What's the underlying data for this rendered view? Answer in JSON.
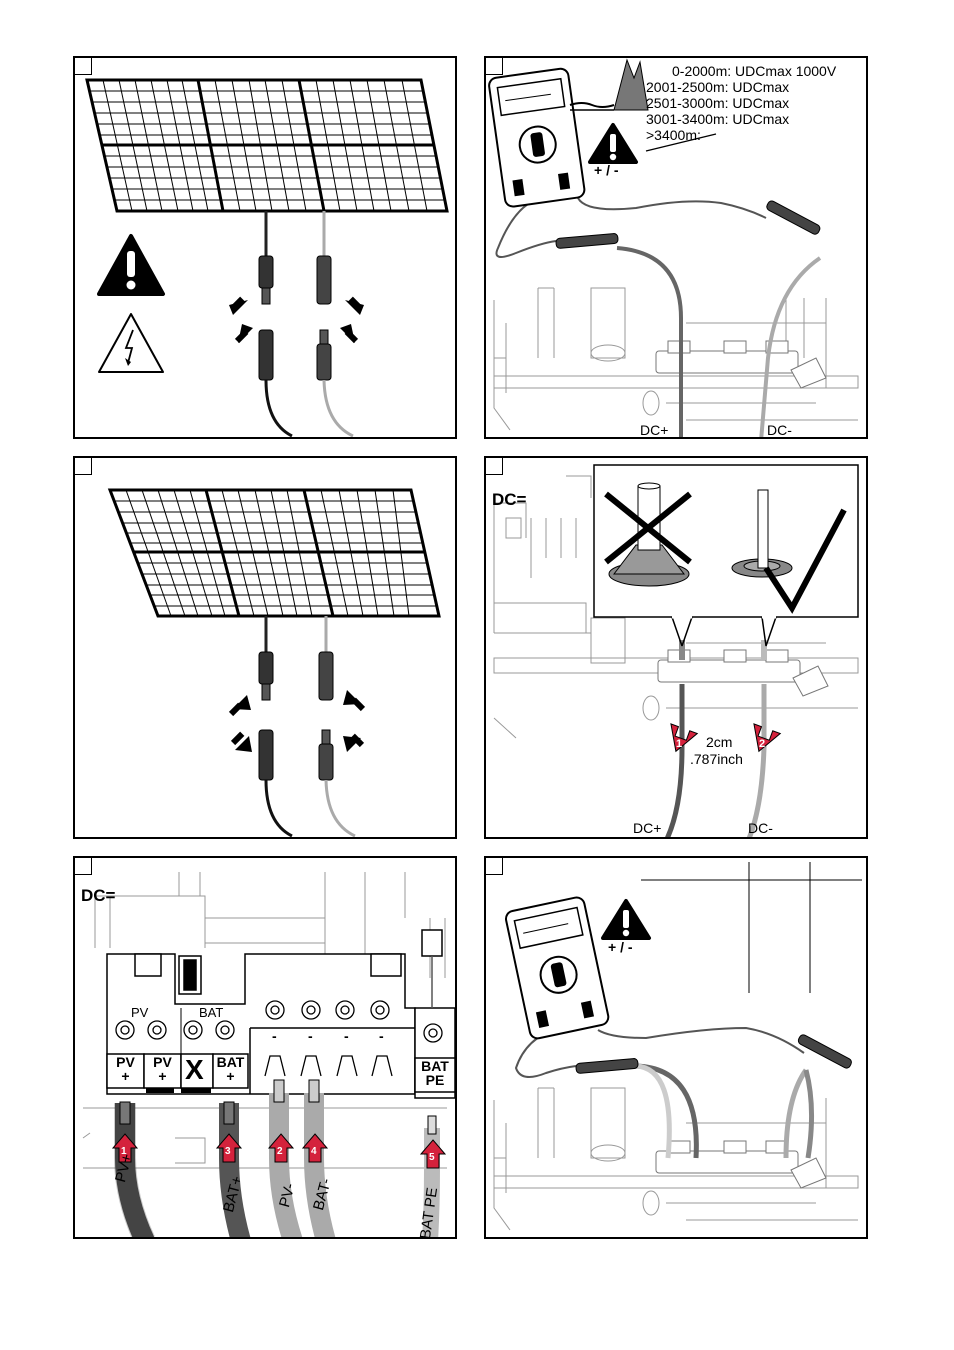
{
  "panel2": {
    "altitude_rows": [
      "0-2000m: UDCmax 1000V",
      "2001-2500m: UDCmax",
      "2501-3000m: UDCmax",
      "3001-3400m: UDCmax",
      ">3400m:"
    ],
    "polarity": "+ / -",
    "dc_plus": "DC+",
    "dc_minus": "DC-"
  },
  "panel4": {
    "dc_label": "DC=",
    "strip_length_metric": "2cm",
    "strip_length_imperial": ".787inch",
    "step1": "1",
    "step2": "2",
    "dc_plus": "DC+",
    "dc_minus": "DC-"
  },
  "panel5": {
    "dc_label": "DC=",
    "group_pv": "PV",
    "group_bat": "BAT",
    "terminals": [
      {
        "line1": "PV",
        "line2": "+"
      },
      {
        "line1": "PV",
        "line2": "+"
      },
      {
        "line1": "X",
        "line2": ""
      },
      {
        "line1": "BAT",
        "line2": "+"
      }
    ],
    "terminal_pe": {
      "line1": "BAT",
      "line2": "PE"
    },
    "minus_marks": [
      "-",
      "-",
      "-",
      "-"
    ],
    "cables": [
      {
        "label": "PV+",
        "step": "1"
      },
      {
        "label": "BAT+",
        "step": "3"
      },
      {
        "label": "PV-",
        "step": "2"
      },
      {
        "label": "BAT-",
        "step": "4"
      },
      {
        "label": "BAT PE",
        "step": "5"
      }
    ]
  },
  "panel6": {
    "polarity": "+ / -"
  },
  "colors": {
    "cable_dark": "#3a3a3a",
    "cable_light": "#a8a8a8",
    "arrow_red": "#d4223c",
    "line_gray": "#9a9a9a"
  }
}
